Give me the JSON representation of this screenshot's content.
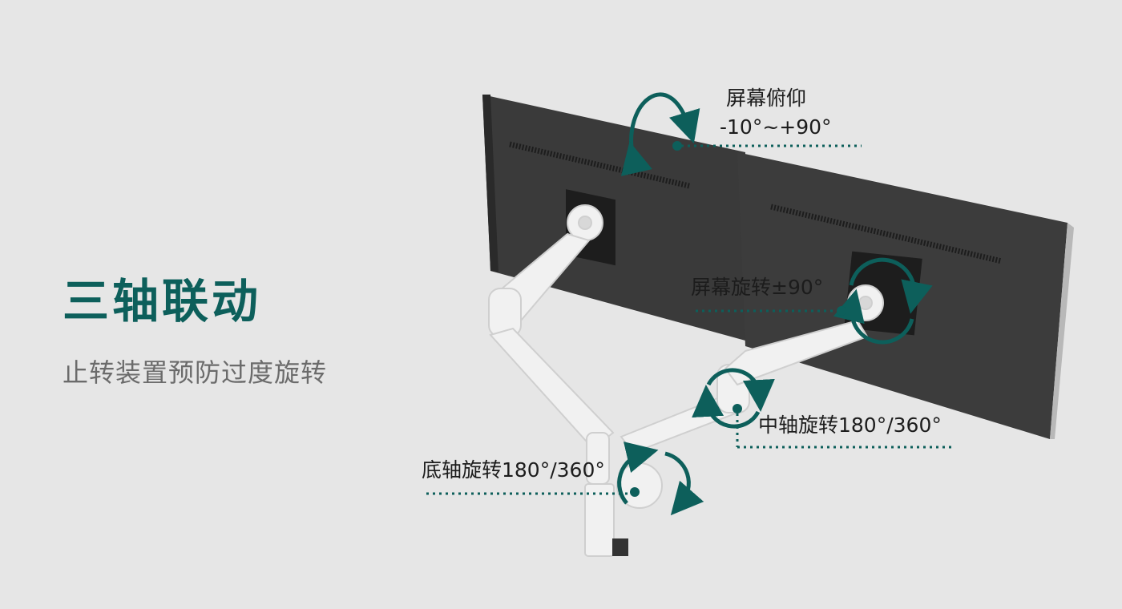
{
  "headline": "三轴联动",
  "subline": "止转装置预防过度旋转",
  "callouts": {
    "tilt_title": "屏幕俯仰",
    "tilt_range": "-10°~+90°",
    "screen_rotate": "屏幕旋转±90°",
    "middle_rotate": "中轴旋转180°/360°",
    "base_rotate": "底轴旋转180°/360°"
  },
  "colors": {
    "accent": "#0d5f5b",
    "background": "#e6e6e6",
    "text": "#1c1c1c",
    "subtext": "#6b6b6b"
  }
}
